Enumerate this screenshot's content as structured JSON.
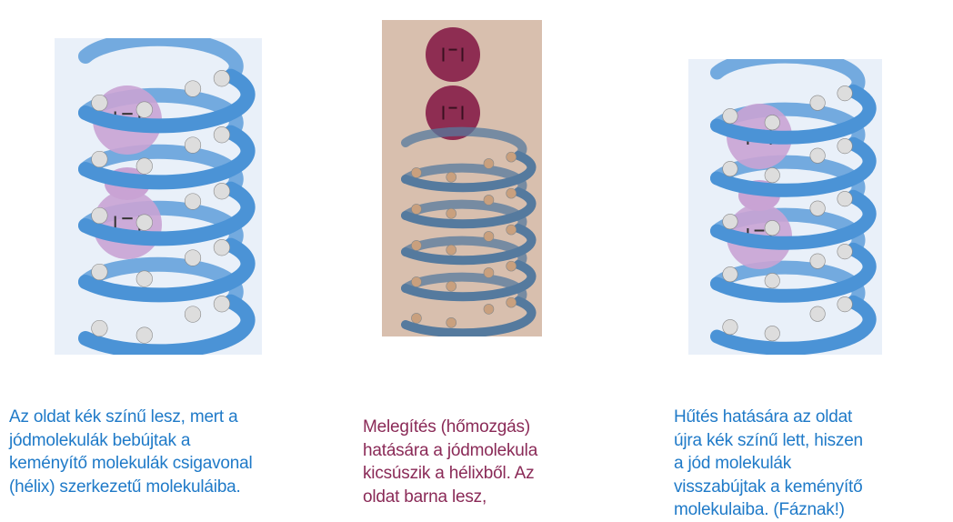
{
  "colors": {
    "caption_blue": "#1f7ac8",
    "caption_maroon": "#8a2a57",
    "helix_blue": "#4b93d6",
    "iodine_purple": "#c9a3d4",
    "iodine_dark": "#8e2d52",
    "warm_bg": "#d8bfae",
    "cool_bg": "#e9f0f9"
  },
  "panels": [
    {
      "caption_lines": [
        "Az oldat kék színű lesz, mert a",
        "jódmolekulák bebújtak a",
        "keményítő molekulák csigavonal",
        "(hélix) szerkezetű molekuláiba."
      ]
    },
    {
      "caption_lines": [
        "Melegítés (hőmozgás)",
        "hatására a jódmolekula",
        "kicsúszik a hélixből. Az",
        "oldat barna lesz,"
      ]
    },
    {
      "caption_lines": [
        "Hűtés hatására az oldat",
        "újra kék színű lett, hiszen",
        "a jód molekulák",
        "visszabújtak a keményítő",
        "molekulaiba. (Fáznak!)"
      ]
    }
  ]
}
